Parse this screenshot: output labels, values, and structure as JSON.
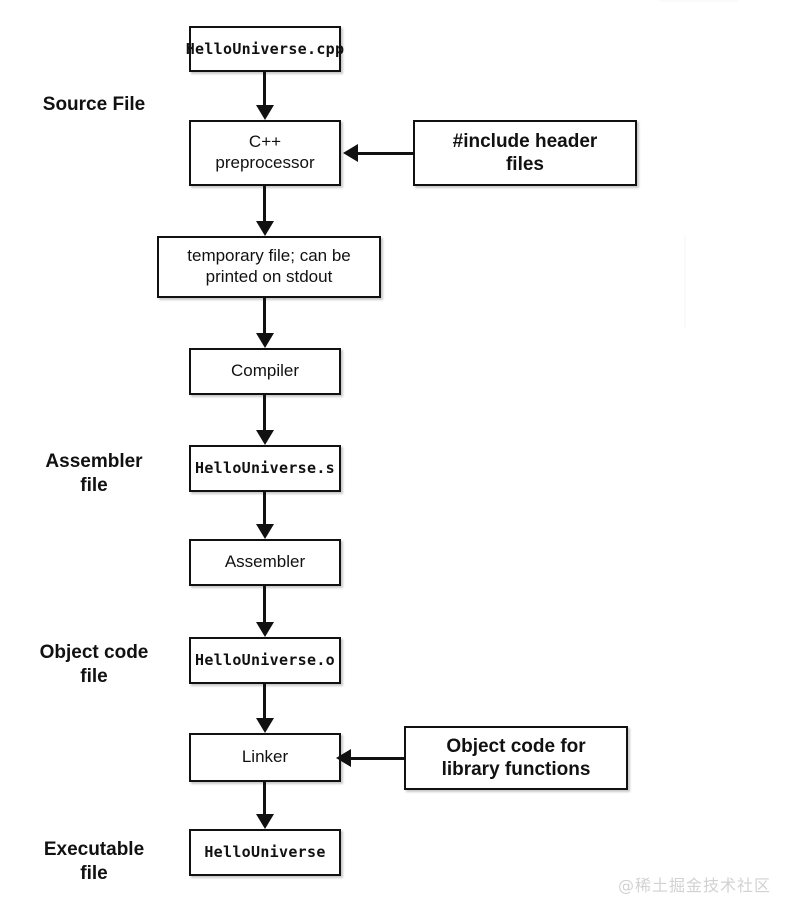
{
  "diagram": {
    "title": "C++ compilation pipeline",
    "stroke_color": "#111111",
    "background_color": "#ffffff",
    "watermark": "@稀土掘金技术社区",
    "watermark_color": "#d2d2d2"
  },
  "captions": [
    {
      "id": "source-file",
      "text": "Source File"
    },
    {
      "id": "assembler-file",
      "text": "Assembler\nfile"
    },
    {
      "id": "object-code-file",
      "text": "Object code\nfile"
    },
    {
      "id": "executable-file",
      "text": "Executable\nfile"
    }
  ],
  "nodes": [
    {
      "id": "hellouniverse-cpp",
      "kind": "file",
      "label": "HelloUniverse.cpp"
    },
    {
      "id": "cpp-preprocessor",
      "kind": "proc",
      "label": "C++\npreprocessor"
    },
    {
      "id": "include-header-files",
      "kind": "note",
      "label": "#include header\nfiles"
    },
    {
      "id": "temporary-file",
      "kind": "proc",
      "label": "temporary file; can be\nprinted on stdout"
    },
    {
      "id": "compiler",
      "kind": "proc",
      "label": "Compiler"
    },
    {
      "id": "hellouniverse-s",
      "kind": "file",
      "label": "HelloUniverse.s"
    },
    {
      "id": "assembler",
      "kind": "proc",
      "label": "Assembler"
    },
    {
      "id": "hellouniverse-o",
      "kind": "file",
      "label": "HelloUniverse.o"
    },
    {
      "id": "linker",
      "kind": "proc",
      "label": "Linker"
    },
    {
      "id": "object-code-library",
      "kind": "note",
      "label": "Object code for\nlibrary functions"
    },
    {
      "id": "hellouniverse",
      "kind": "file",
      "label": "HelloUniverse"
    }
  ],
  "edges": [
    {
      "from": "hellouniverse-cpp",
      "to": "cpp-preprocessor",
      "direction": "down"
    },
    {
      "from": "include-header-files",
      "to": "cpp-preprocessor",
      "direction": "left"
    },
    {
      "from": "cpp-preprocessor",
      "to": "temporary-file",
      "direction": "down"
    },
    {
      "from": "temporary-file",
      "to": "compiler",
      "direction": "down"
    },
    {
      "from": "compiler",
      "to": "hellouniverse-s",
      "direction": "down"
    },
    {
      "from": "hellouniverse-s",
      "to": "assembler",
      "direction": "down"
    },
    {
      "from": "assembler",
      "to": "hellouniverse-o",
      "direction": "down"
    },
    {
      "from": "hellouniverse-o",
      "to": "linker",
      "direction": "down"
    },
    {
      "from": "object-code-library",
      "to": "linker",
      "direction": "left"
    },
    {
      "from": "linker",
      "to": "hellouniverse",
      "direction": "down"
    }
  ]
}
